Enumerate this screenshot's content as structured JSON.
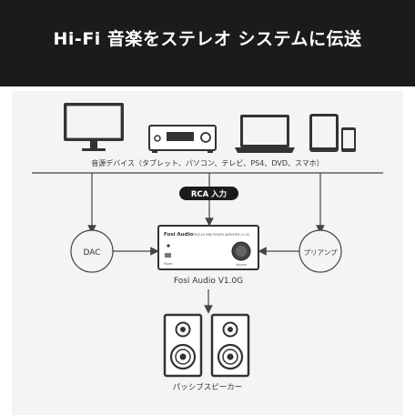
{
  "header": {
    "title": "Hi-Fi 音楽をステレオ システムに伝送"
  },
  "sources": {
    "label": "音源デバイス（タブレット、パソコン、テレビ、PS4、DVD、スマホ）"
  },
  "input": {
    "label": "RCA 入力"
  },
  "left_node": {
    "label": "DAC"
  },
  "right_node": {
    "label": "プリアンプ"
  },
  "amplifier": {
    "name": "Fosi Audio V1.0G",
    "brand": "Fosi Audio",
    "panel_text": "TPA3116 MINI POWER AMPLIFIER V1.0G",
    "power_label": "Power",
    "volume_label": "Volume"
  },
  "speakers": {
    "label": "パッシブスピーカー"
  },
  "colors": {
    "header_bg": "#1b1b1b",
    "panel_bg": "#f4f4f4",
    "line": "#444444",
    "device": "#333333"
  }
}
